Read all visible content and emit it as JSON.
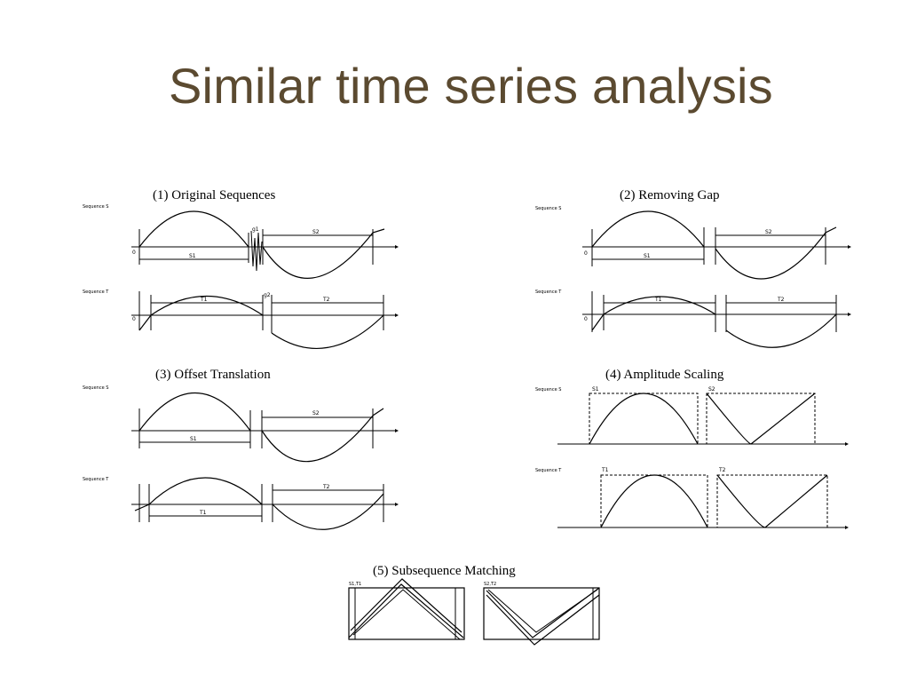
{
  "slide": {
    "title": "Similar time series analysis"
  },
  "panels": {
    "p1": {
      "title": "(1) Original Sequences",
      "seq_s_label": "Sequence S",
      "seq_t_label": "Sequence T",
      "origin": "0",
      "s1": "S1",
      "s2": "S2",
      "g1": "g1",
      "t1": "T1",
      "t2": "T2",
      "g2": "g2"
    },
    "p2": {
      "title": "(2) Removing Gap",
      "seq_s_label": "Sequence S",
      "seq_t_label": "Sequence T",
      "origin": "0",
      "s1": "S1",
      "s2": "S2",
      "t1": "T1",
      "t2": "T2"
    },
    "p3": {
      "title": "(3) Offset Translation",
      "seq_s_label": "Sequence S",
      "seq_t_label": "Sequence T",
      "s1": "S1",
      "s2": "S2",
      "t1": "T1",
      "t2": "T2"
    },
    "p4": {
      "title": "(4) Amplitude Scaling",
      "seq_s_label": "Sequence S",
      "seq_t_label": "Sequence T",
      "s1": "S1",
      "s2": "S2",
      "t1": "T1",
      "t2": "T2"
    },
    "p5": {
      "title": "(5) Subsequence Matching",
      "left_label": "S1,T1",
      "right_label": "S2,T2"
    }
  },
  "colors": {
    "title": "#5b4a30",
    "ink": "#000000"
  }
}
